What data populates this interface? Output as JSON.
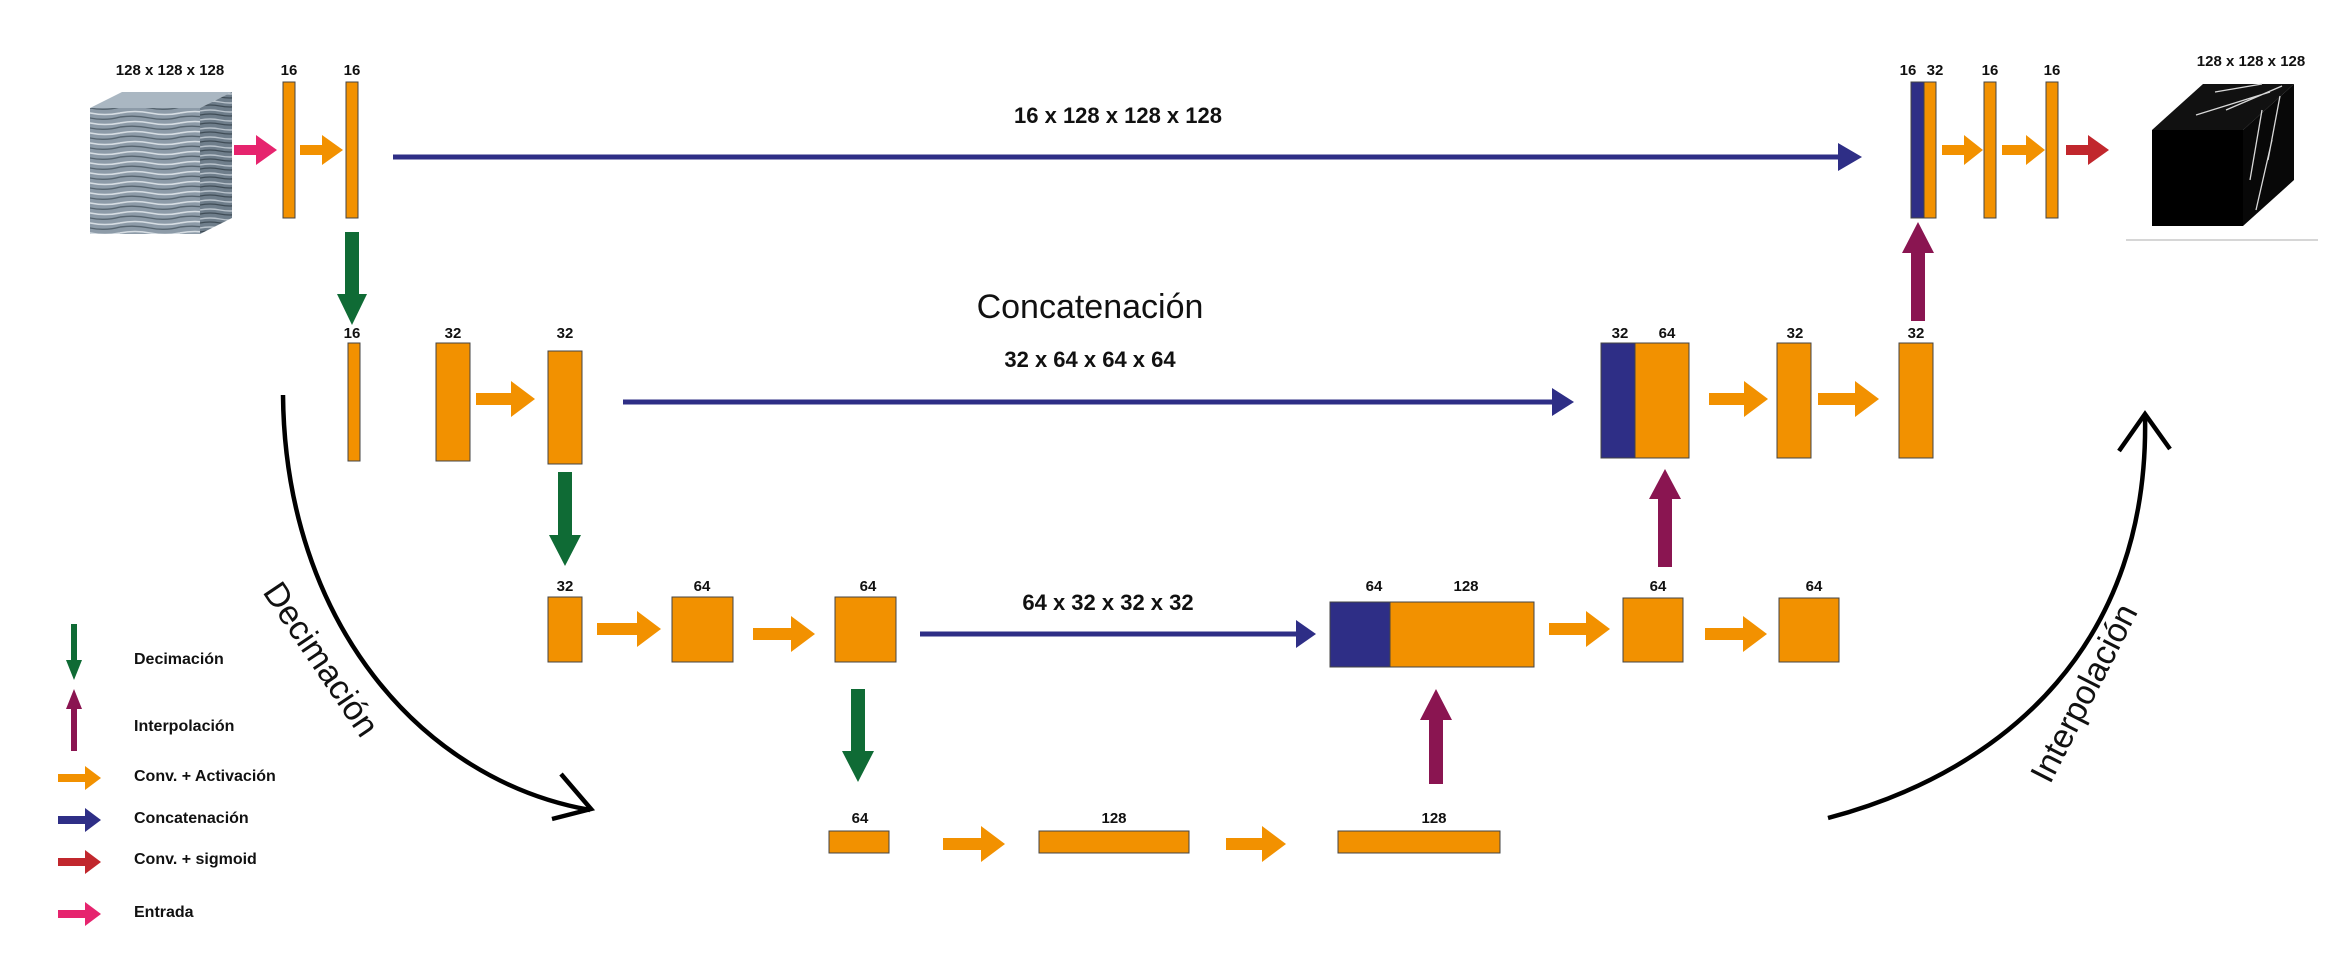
{
  "colors": {
    "conv": "#F29100",
    "concat": "#2E2E86",
    "decim": "#0F6B35",
    "interp": "#8A1551",
    "sigmoid": "#C1272D",
    "input": "#E6246E",
    "outline": "#444444"
  },
  "labels": {
    "input_dim": "128 x 128 x 128",
    "output_dim": "128 x 128 x 128",
    "l1_a": "16",
    "l1_b": "16",
    "l2_a": "16",
    "l2_b": "32",
    "l2_c": "32",
    "l3_a": "32",
    "l3_b": "64",
    "l3_c": "64",
    "l4_a": "64",
    "l4_b": "128",
    "l4_c": "128",
    "d3_concat": "64",
    "d3_conv": "128",
    "d3_b": "64",
    "d3_c": "64",
    "d2_concat": "32",
    "d2_conv": "64",
    "d2_b": "32",
    "d2_c": "32",
    "d1_concat": "16",
    "d1_conv": "32",
    "d1_b": "16",
    "d1_c": "16"
  },
  "skips": {
    "s1": "16 x 128 x 128 x 128",
    "s2": "32 x 64 x 64 x 64",
    "s3": "64 x 32 x 32 x 32"
  },
  "titles": {
    "concatenation": "Concatenación",
    "decimation": "Decimación",
    "interpolation": "Interpolación"
  },
  "legend": {
    "decim": "Decimación",
    "interp": "Interpolación",
    "conv": "Conv. + Activación",
    "concat": "Concatenación",
    "sigmoid": "Conv. + sigmoid",
    "input": "Entrada"
  },
  "icons": {
    "input_volume": "seismic-cube-icon",
    "output_volume": "fault-mask-cube-icon"
  }
}
